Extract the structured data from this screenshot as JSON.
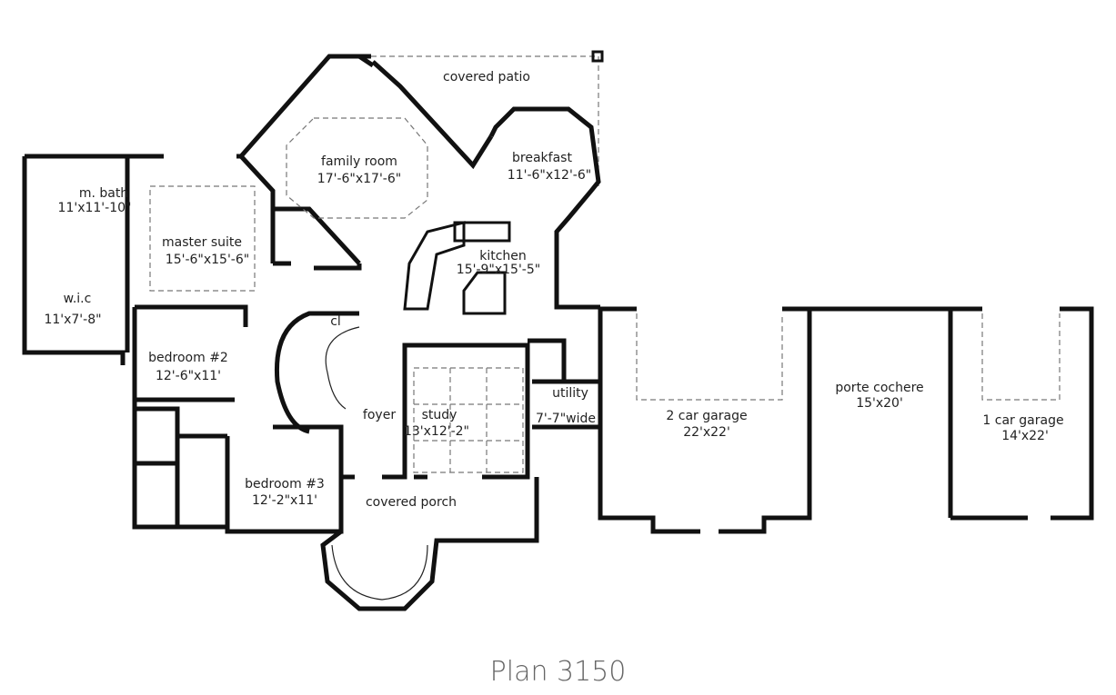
{
  "rooms": {
    "covered_patio": {
      "name": "covered patio"
    },
    "family_room": {
      "name": "family room",
      "size": "17'-6\"x17'-6\""
    },
    "breakfast": {
      "name": "breakfast",
      "size": "11'-6\"x12'-6\""
    },
    "m_bath": {
      "name": "m. bath",
      "size": "11'x11'-10\""
    },
    "master_suite": {
      "name": "master suite",
      "size": "15'-6\"x15'-6\""
    },
    "kitchen": {
      "name": "kitchen",
      "size": "15'-9\"x15'-5\""
    },
    "wic": {
      "name": "w.i.c",
      "size": "11'x7'-8\""
    },
    "closet": {
      "name": "cl"
    },
    "bedroom2": {
      "name": "bedroom #2",
      "size": "12'-6\"x11'"
    },
    "foyer": {
      "name": "foyer"
    },
    "study": {
      "name": "study",
      "size": "13'x12'-2\""
    },
    "utility": {
      "name": "utility",
      "size": "7'-7\"wide"
    },
    "garage2": {
      "name": "2 car garage",
      "size": "22'x22'"
    },
    "porte_cochere": {
      "name": "porte cochere",
      "size": "15'x20'"
    },
    "garage1": {
      "name": "1 car garage",
      "size": "14'x22'"
    },
    "bedroom3": {
      "name": "bedroom #3",
      "size": "12'-2\"x11'"
    },
    "covered_porch": {
      "name": "covered porch"
    }
  },
  "caption": "Plan 3150"
}
